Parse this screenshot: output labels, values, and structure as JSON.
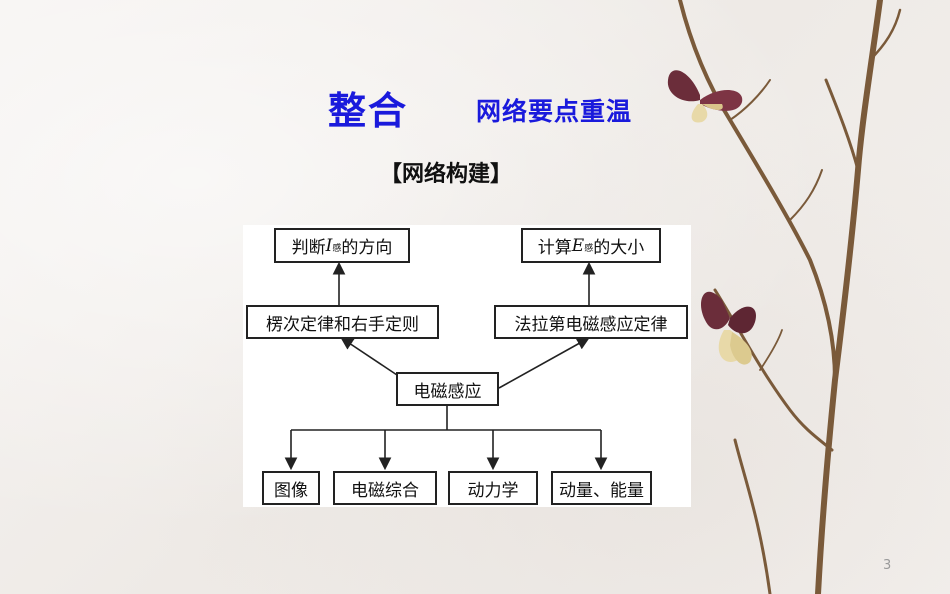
{
  "title": {
    "main": "整合",
    "sub": "网络要点重温"
  },
  "section_heading": "【网络构建】",
  "diagram": {
    "nodes": {
      "judge_current": {
        "prefix": "判断",
        "var": "I",
        "sub": "感",
        "suffix": "的方向"
      },
      "compute_emf": {
        "prefix": "计算",
        "var": "E",
        "sub": "感",
        "suffix": "的大小"
      },
      "lenz_rule": "楞次定律和右手定则",
      "faraday_law": "法拉第电磁感应定律",
      "induction": "电磁感应",
      "graphs": "图像",
      "em_combined": "电磁综合",
      "dynamics": "动力学",
      "momentum_energy": "动量、能量"
    }
  },
  "page_number": "3",
  "colors": {
    "title": "#1a1adc",
    "branch": "#7a5a3a",
    "flower": "#6b2d3a",
    "flower_light": "#e8d9a8"
  }
}
